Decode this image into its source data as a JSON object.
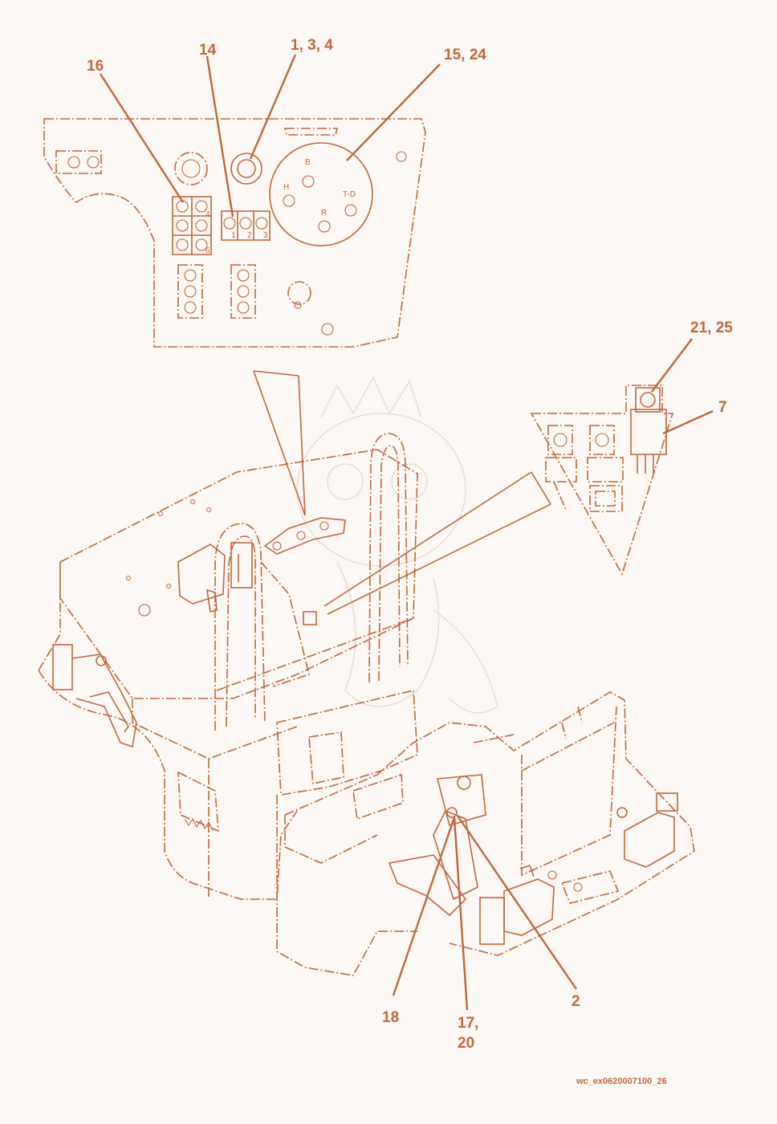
{
  "callouts": {
    "c16": "16",
    "c14": "14",
    "c1_3_4": "1, 3, 4",
    "c15_24": "15, 24",
    "c21_25": "21, 25",
    "c7": "7",
    "c18": "18",
    "c17_20_line1": "17,",
    "c17_20_line2": "20",
    "c2": "2"
  },
  "gauge_labels": {
    "b": "B",
    "h": "H",
    "td": "T-D",
    "r": "R"
  },
  "switch_numbers": {
    "s1": "1",
    "s2": "2",
    "s3": "3",
    "s4": "4",
    "s6": "6"
  },
  "figure_ref": "wc_ex0620007100_26",
  "colors": {
    "line": "#c0673c",
    "background": "#fbf8f5",
    "watermark": "#e8ddd6"
  }
}
